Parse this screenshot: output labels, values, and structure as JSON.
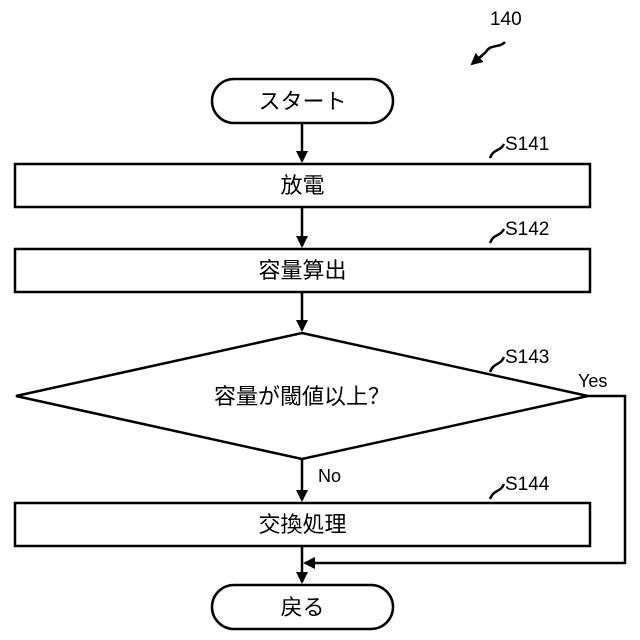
{
  "figure_ref": "140",
  "nodes": {
    "start": {
      "label": "スタート"
    },
    "s141": {
      "label": "放電",
      "step_id": "S141"
    },
    "s142": {
      "label": "容量算出",
      "step_id": "S142"
    },
    "s143": {
      "label": "容量が閾値以上？",
      "step_id": "S143"
    },
    "s144": {
      "label": "交換処理",
      "step_id": "S144"
    },
    "end": {
      "label": "戻る"
    }
  },
  "branches": {
    "yes": "Yes",
    "no": "No"
  }
}
